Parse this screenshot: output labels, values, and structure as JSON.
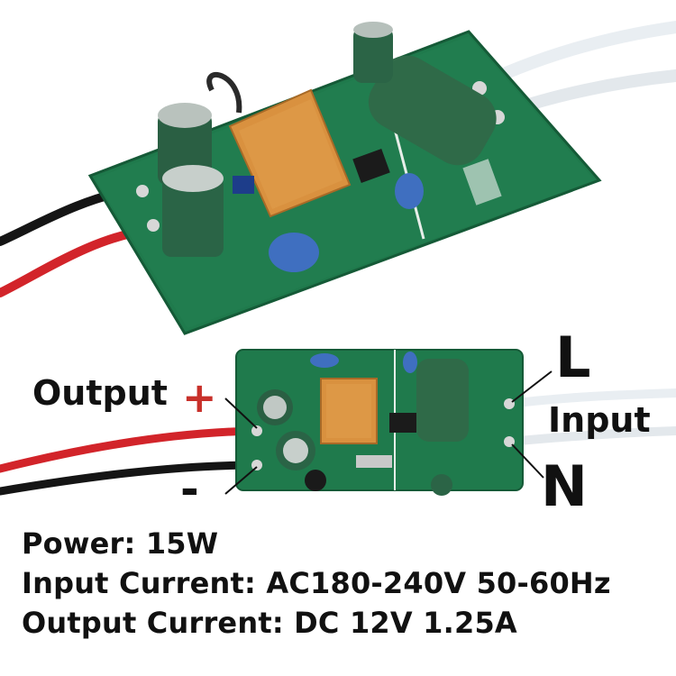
{
  "labels": {
    "output": "Output",
    "plus": "+",
    "minus": "-",
    "l": "L",
    "input": "Input",
    "n": "N"
  },
  "specs": {
    "power": "Power:  15W",
    "input_current": "Input Current:  AC180-240V 50-60Hz",
    "output_current": "Output Current:  DC 12V  1.25A"
  },
  "colors": {
    "pcb": "#1f7a4c",
    "transformer": "#d9913f",
    "plus_red": "#c8302a",
    "wire_red": "#d2242a",
    "wire_black": "#1a1a1a"
  }
}
